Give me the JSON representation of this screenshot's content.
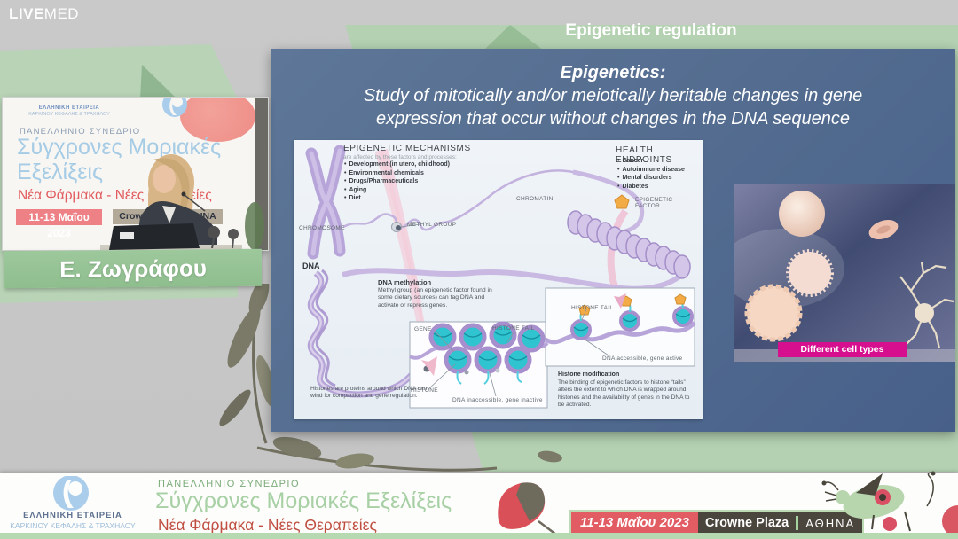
{
  "branding": {
    "logo_live": "LIVE",
    "logo_med": "MED"
  },
  "header": {
    "title": "Epigenetic regulation"
  },
  "slide": {
    "heading_line1": "Epigenetics:",
    "heading_line2": "Study of mitotically and/or meiotically heritable changes in gene",
    "heading_line3": "expression that occur without changes in the DNA sequence"
  },
  "diagram": {
    "mechanisms": {
      "title": "EPIGENETIC MECHANISMS",
      "subtitle": "are affected by these factors and processes:",
      "bullets": [
        "Development (in utero, childhood)",
        "Environmental chemicals",
        "Drugs/Pharmaceuticals",
        "Aging",
        "Diet"
      ]
    },
    "health": {
      "title": "HEALTH ENDPOINTS",
      "bullets": [
        "Cancer",
        "Autoimmune disease",
        "Mental disorders",
        "Diabetes"
      ]
    },
    "labels": {
      "chromosome": "CHROMOSOME",
      "methyl_group": "METHYL GROUP",
      "chromatin": "CHROMATIN",
      "dna": "DNA",
      "epigenetic_factor": "EPIGENETIC FACTOR",
      "gene": "GENE",
      "histone_tail_left": "HISTONE TAIL",
      "histone_tail_right": "HISTONE TAIL",
      "histone": "HISTONE",
      "dna_inaccessible": "DNA inaccessible, gene inactive",
      "dna_accessible": "DNA accessible, gene active"
    },
    "dna_methylation": {
      "title": "DNA methylation",
      "body": "Methyl group (an epigenetic factor found in some dietary sources) can tag DNA and activate or repress genes."
    },
    "histones_note": "Histones are proteins around which DNA can wind for compaction and gene regulation.",
    "histone_modification": {
      "title": "Histone modification",
      "body": "The binding of epigenetic factors to histone “tails” alters the extent to which DNA is wrapped around histones and the availability of genes in the DNA to be activated."
    },
    "cell_image_caption": "Different cell types"
  },
  "speaker": {
    "name": "Ε. Ζωγράφου",
    "poster": {
      "org_line1": "ΕΛΛΗΝΙΚΗ ΕΤΑΙΡΕΙΑ",
      "org_line2": "ΚΑΡΚΙΝΟΥ ΚΕΦΑΛΗΣ & ΤΡΑΧΗΛΟΥ",
      "congress": "ΠΑΝΕΛΛΗΝΙΟ ΣΥΝΕΔΡΙΟ",
      "title_line1": "Σύγχρονες Μοριακές",
      "title_line2": "Εξελίξεις",
      "subtitle": "Νέα Φάρμακα - Νέες Θεραπείες",
      "date": "11-13 Μαΐου 2023",
      "venue": "Crowne Plaza ΑΘΗΝΑ"
    }
  },
  "footer": {
    "org_line1": "ΕΛΛΗΝΙΚΗ ΕΤΑΙΡΕΙΑ",
    "org_line2": "ΚΑΡΚΙΝΟΥ ΚΕΦΑΛΗΣ & ΤΡΑΧΗΛΟΥ",
    "congress": "ΠΑΝΕΛΛΗΝΙΟ ΣΥΝΕΔΡΙΟ",
    "title": "Σύγχρονες Μοριακές Εξελίξεις",
    "subtitle": "Νέα Φάρμακα - Νέες Θεραπείες",
    "date": "11-13 Μαΐου 2023",
    "venue": "Crowne Plaza",
    "city": "ΑΘΗΝΑ"
  },
  "colors": {
    "background_gray": "#c6c6c6",
    "panel_green": "#b4d1b2",
    "slide_blue": "#546d90",
    "histone_teal": "#2fc4cf",
    "dna_purple": "#b7a5d9",
    "factor_orange": "#f2ab45",
    "caption_magenta": "#d60f8f",
    "date_red": "#e25c64",
    "venue_brown": "#4a453d",
    "footer_green_text": "#a8d0a5",
    "footer_red_text": "#bf4e40"
  }
}
